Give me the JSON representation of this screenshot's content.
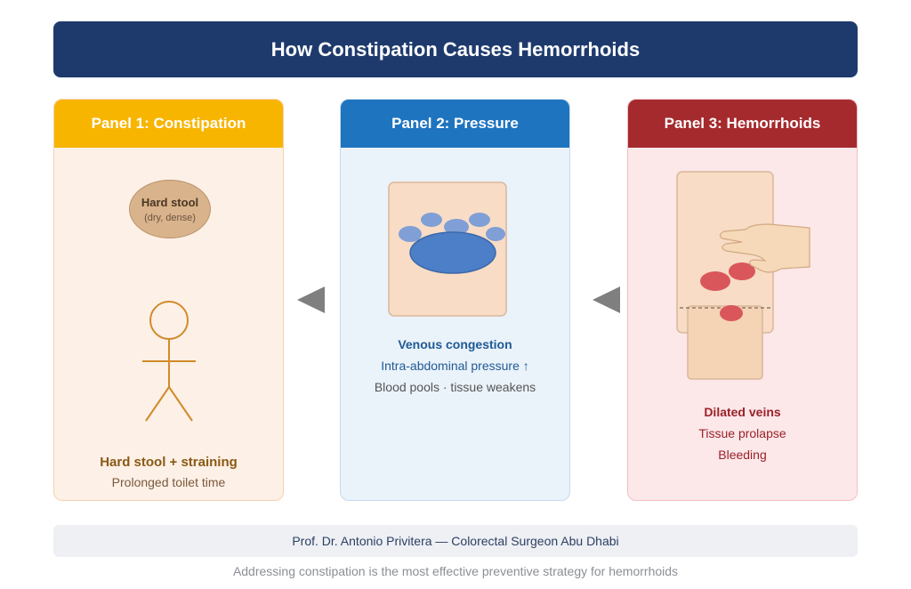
{
  "title": "How Constipation Causes Hemorrhoids",
  "panels": [
    {
      "header": "Panel 1: Constipation",
      "stool_label": "Hard stool",
      "stool_sublabel": "(dry, dense)",
      "caption_bold": "Hard stool + straining",
      "caption_line": "Prolonged toilet time",
      "header_color": "#f7b500",
      "text_color": "#8a5a14"
    },
    {
      "header": "Panel 2: Pressure",
      "caption_bold": "Venous congestion",
      "caption_line": "Intra-abdominal pressure ↑",
      "caption_line2": "Blood pools · tissue weakens",
      "header_color": "#1f74bf",
      "text_color": "#1f5a94"
    },
    {
      "header": "Panel 3: Hemorrhoids",
      "caption_bold": "Dilated veins",
      "caption_line": "Tissue prolapse",
      "caption_line2": "Bleeding",
      "header_color": "#a52a2e",
      "text_color": "#9a2228"
    }
  ],
  "arrows": [
    "left-triangle-icon",
    "left-triangle-icon"
  ],
  "footer": "Prof. Dr. Antonio Privitera — Colorectal Surgeon Abu Dhabi",
  "note": "Addressing constipation is the most effective preventive strategy for hemorrhoids"
}
